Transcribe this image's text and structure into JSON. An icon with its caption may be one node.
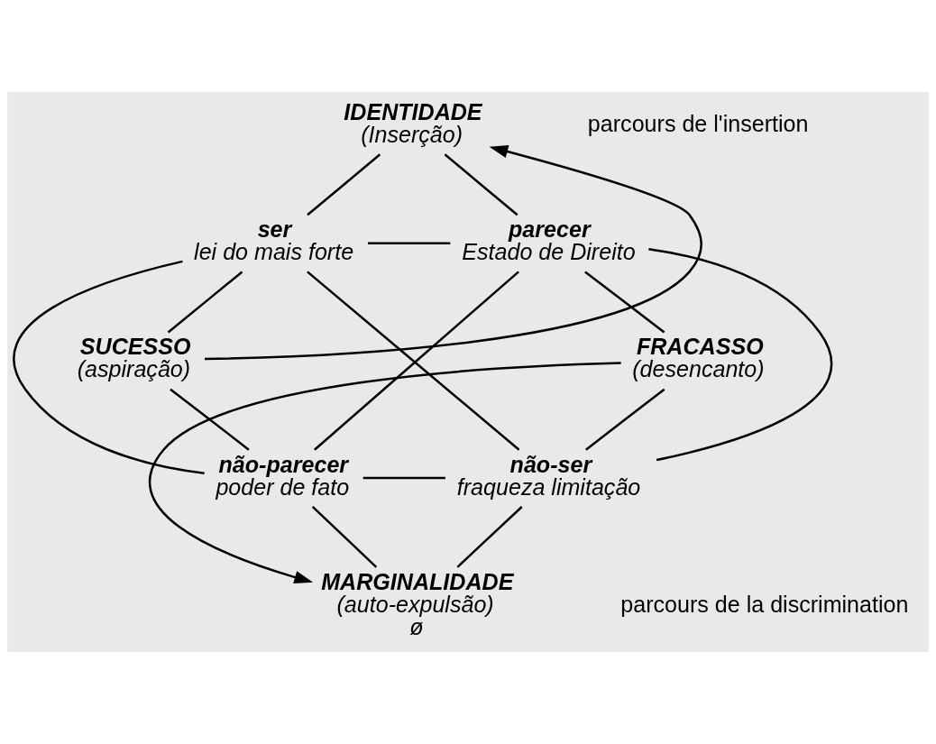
{
  "diagram": {
    "nodes": [
      {
        "text": [
          "IDENTIDADE",
          "(Inserção)"
        ]
      },
      {
        "text": [
          "ser",
          "lei do mais forte"
        ]
      },
      {
        "text": [
          "parecer",
          "Estado de Direito"
        ]
      },
      {
        "text": [
          "SUCESSO",
          "(aspiração)"
        ]
      },
      {
        "text": [
          "FRACASSO",
          "(desencanto)"
        ]
      },
      {
        "text": [
          "não-parecer",
          "poder de fato"
        ]
      },
      {
        "text": [
          "não-ser",
          "fraqueza limitação"
        ]
      },
      {
        "text": [
          "MARGINALIDADE",
          "(auto-expulsão)",
          "ø"
        ]
      }
    ],
    "edges": [
      {
        "from": 0,
        "to": 1,
        "arrow": "none"
      },
      {
        "from": 0,
        "to": 2,
        "arrow": "none"
      },
      {
        "from": 1,
        "to": 2,
        "arrow": "none"
      },
      {
        "from": 1,
        "to": 3,
        "arrow": "none"
      },
      {
        "from": 1,
        "to": 5,
        "arrow": "none"
      },
      {
        "from": 1,
        "to": 6,
        "arrow": "none"
      },
      {
        "from": 2,
        "to": 5,
        "arrow": "none"
      },
      {
        "from": 2,
        "to": 6,
        "arrow": "none"
      },
      {
        "from": 2,
        "to": 4,
        "arrow": "none"
      },
      {
        "from": 3,
        "to": 5,
        "arrow": "none"
      },
      {
        "from": 4,
        "to": 6,
        "arrow": "none"
      },
      {
        "from": 5,
        "to": 6,
        "arrow": "none"
      },
      {
        "from": 5,
        "to": 7,
        "arrow": "none"
      },
      {
        "from": 6,
        "to": 7,
        "arrow": "none"
      },
      {
        "from": 3,
        "to": 0,
        "arrow": "to"
      },
      {
        "from": 4,
        "to": 7,
        "arrow": "to"
      }
    ],
    "labels": [
      "parcours de l'insertion",
      "parcours de la discrimination"
    ]
  }
}
